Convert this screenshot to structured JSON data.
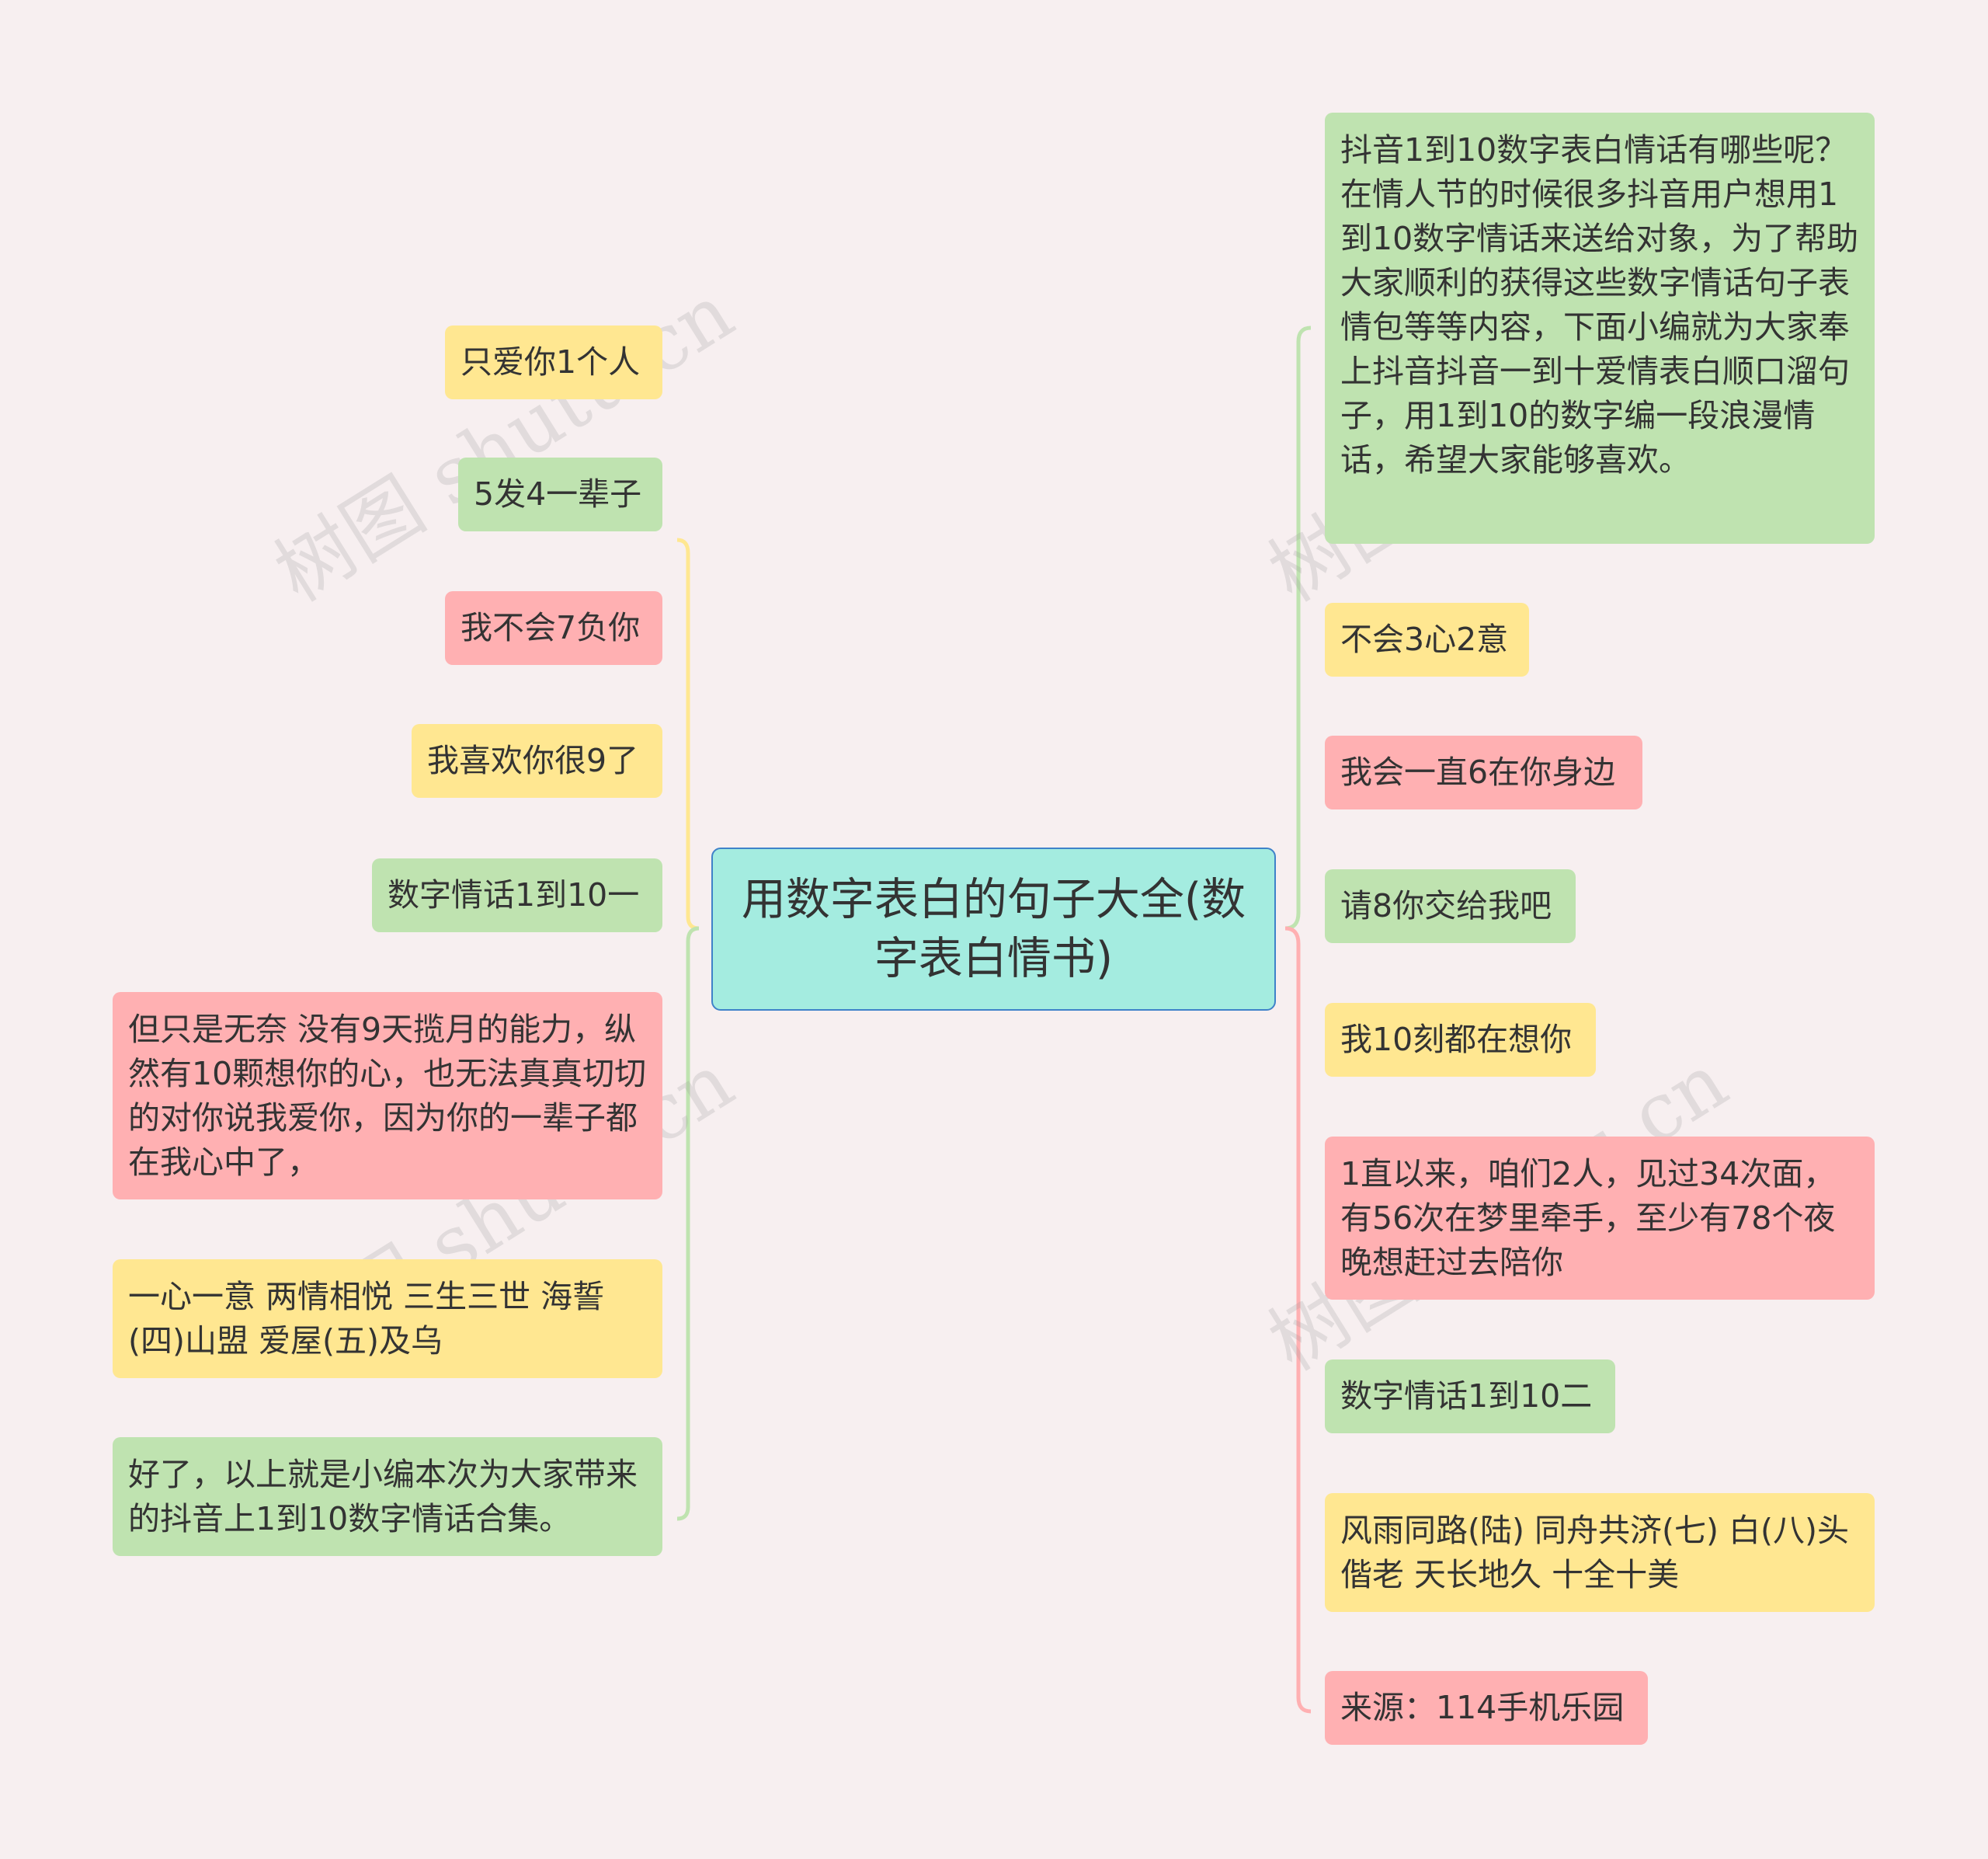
{
  "center": {
    "text": "用数字表白的句子大全(数字表白情书)"
  },
  "left_nodes": [
    {
      "text": "只爱你1个人",
      "color": "#ffe791"
    },
    {
      "text": "5发4一辈子",
      "color": "#bfe3b0"
    },
    {
      "text": "我不会7负你",
      "color": "#ffb0b2"
    },
    {
      "text": "我喜欢你很9了",
      "color": "#ffe791"
    },
    {
      "text": "数字情话1到10一",
      "color": "#bfe3b0"
    },
    {
      "text": "但只是无奈 没有9天揽月的能力，纵然有10颗想你的心，也无法真真切切的对你说我爱你，因为你的一辈子都在我心中了，",
      "color": "#ffb0b2"
    },
    {
      "text": "一心一意 两情相悦 三生三世 海誓(四)山盟 爱屋(五)及乌",
      "color": "#ffe791"
    },
    {
      "text": "好了，以上就是小编本次为大家带来的抖音上1到10数字情话合集。",
      "color": "#bfe3b0"
    }
  ],
  "right_nodes": [
    {
      "text": "抖音1到10数字表白情话有哪些呢？在情人节的时候很多抖音用户想用1到10数字情话来送给对象，为了帮助大家顺利的获得这些数字情话句子表情包等等内容，下面小编就为大家奉上抖音抖音一到十爱情表白顺口溜句子，用1到10的数字编一段浪漫情话，希望大家能够喜欢。",
      "color": "#bfe3b0"
    },
    {
      "text": "不会3心2意",
      "color": "#ffe791"
    },
    {
      "text": "我会一直6在你身边",
      "color": "#ffb0b2"
    },
    {
      "text": "请8你交给我吧",
      "color": "#bfe3b0"
    },
    {
      "text": "我10刻都在想你",
      "color": "#ffe791"
    },
    {
      "text": "1直以来，咱们2人，见过34次面，有56次在梦里牵手，至少有78个夜晚想赶过去陪你",
      "color": "#ffb0b2"
    },
    {
      "text": "数字情话1到10二",
      "color": "#bfe3b0"
    },
    {
      "text": "风雨同路(陆) 同舟共济(七) 白(八)头偕老 天长地久 十全十美",
      "color": "#ffe791"
    },
    {
      "text": "来源：114手机乐园",
      "color": "#ffb0b2"
    }
  ],
  "colors": {
    "background": "#f7eff0",
    "center_fill": "#a4ece0",
    "center_border": "#3f82c9",
    "yellow": "#ffe791",
    "green": "#bfe3b0",
    "red": "#ffb0b2"
  }
}
